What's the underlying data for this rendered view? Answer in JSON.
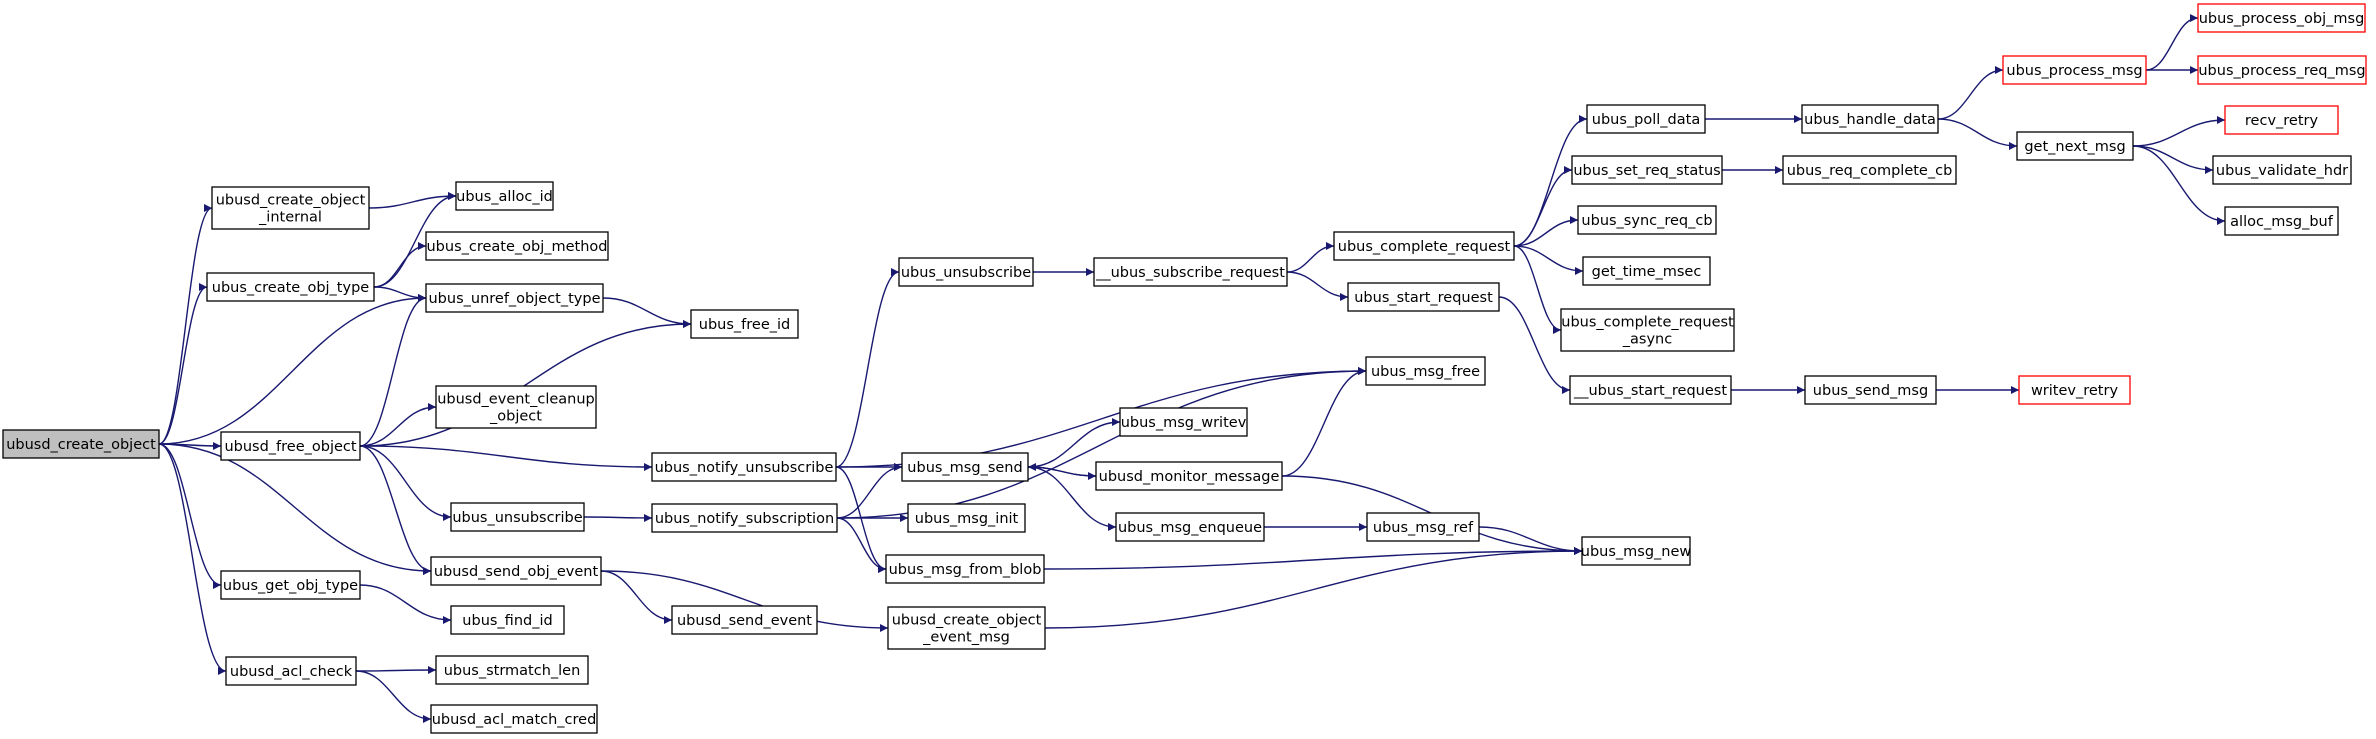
{
  "colors": {
    "edge": "#191970",
    "node_border": "#000000",
    "truncated_border": "#ff0000",
    "root_fill": "#bfbfbf"
  },
  "nodes": [
    {
      "id": "n_root",
      "lines": [
        "ubusd_create_object"
      ],
      "root": true
    },
    {
      "id": "n_cobj_int",
      "lines": [
        "ubusd_create_object",
        "_internal"
      ]
    },
    {
      "id": "n_alloc_id",
      "lines": [
        "ubus_alloc_id"
      ]
    },
    {
      "id": "n_cobj_type",
      "lines": [
        "ubus_create_obj_type"
      ]
    },
    {
      "id": "n_cobj_method",
      "lines": [
        "ubus_create_obj_method"
      ]
    },
    {
      "id": "n_unref",
      "lines": [
        "ubus_unref_object_type"
      ]
    },
    {
      "id": "n_free_id",
      "lines": [
        "ubus_free_id"
      ]
    },
    {
      "id": "n_evt_cleanup",
      "lines": [
        "ubusd_event_cleanup",
        "_object"
      ]
    },
    {
      "id": "n_free_obj",
      "lines": [
        "ubusd_free_object"
      ]
    },
    {
      "id": "n_unsub_a",
      "lines": [
        "ubus_unsubscribe"
      ]
    },
    {
      "id": "n_send_obj_evt",
      "lines": [
        "ubusd_send_obj_event"
      ]
    },
    {
      "id": "n_get_obj_type",
      "lines": [
        "ubus_get_obj_type"
      ]
    },
    {
      "id": "n_find_id",
      "lines": [
        "ubus_find_id"
      ]
    },
    {
      "id": "n_acl_check",
      "lines": [
        "ubusd_acl_check"
      ]
    },
    {
      "id": "n_strmatch",
      "lines": [
        "ubus_strmatch_len"
      ]
    },
    {
      "id": "n_acl_match",
      "lines": [
        "ubusd_acl_match_cred"
      ]
    },
    {
      "id": "n_send_event",
      "lines": [
        "ubusd_send_event"
      ]
    },
    {
      "id": "n_notify_unsub",
      "lines": [
        "ubus_notify_unsubscribe"
      ]
    },
    {
      "id": "n_notify_sub",
      "lines": [
        "ubus_notify_subscription"
      ]
    },
    {
      "id": "n_unsub_b",
      "lines": [
        "ubus_unsubscribe"
      ]
    },
    {
      "id": "n_msg_free",
      "lines": [
        "ubus_msg_free"
      ]
    },
    {
      "id": "n_msg_writev",
      "lines": [
        "ubus_msg_writev"
      ]
    },
    {
      "id": "n_msg_send",
      "lines": [
        "ubus_msg_send"
      ]
    },
    {
      "id": "n_msg_init",
      "lines": [
        "ubus_msg_init"
      ]
    },
    {
      "id": "n_msg_from_blob",
      "lines": [
        "ubus_msg_from_blob"
      ]
    },
    {
      "id": "n_cobj_evt_msg",
      "lines": [
        "ubusd_create_object",
        "_event_msg"
      ]
    },
    {
      "id": "n_monitor",
      "lines": [
        "ubusd_monitor_message"
      ]
    },
    {
      "id": "n_enqueue",
      "lines": [
        "ubus_msg_enqueue"
      ]
    },
    {
      "id": "n_msg_ref",
      "lines": [
        "ubus_msg_ref"
      ]
    },
    {
      "id": "n_msg_new",
      "lines": [
        "ubus_msg_new"
      ]
    },
    {
      "id": "n_subscribe_req",
      "lines": [
        "__ubus_subscribe_request"
      ]
    },
    {
      "id": "n_complete_req",
      "lines": [
        "ubus_complete_request"
      ]
    },
    {
      "id": "n_start_req",
      "lines": [
        "ubus_start_request"
      ]
    },
    {
      "id": "n_start_req2",
      "lines": [
        "__ubus_start_request"
      ]
    },
    {
      "id": "n_send_msg",
      "lines": [
        "ubus_send_msg"
      ]
    },
    {
      "id": "n_writev_retry",
      "lines": [
        "writev_retry"
      ],
      "truncated": true
    },
    {
      "id": "n_poll_data",
      "lines": [
        "ubus_poll_data"
      ]
    },
    {
      "id": "n_set_req_status",
      "lines": [
        "ubus_set_req_status"
      ]
    },
    {
      "id": "n_sync_req_cb",
      "lines": [
        "ubus_sync_req_cb"
      ]
    },
    {
      "id": "n_get_time",
      "lines": [
        "get_time_msec"
      ]
    },
    {
      "id": "n_complete_async",
      "lines": [
        "ubus_complete_request",
        "_async"
      ]
    },
    {
      "id": "n_handle_data",
      "lines": [
        "ubus_handle_data"
      ]
    },
    {
      "id": "n_req_complete_cb",
      "lines": [
        "ubus_req_complete_cb"
      ]
    },
    {
      "id": "n_process_msg",
      "lines": [
        "ubus_process_msg"
      ],
      "truncated": true
    },
    {
      "id": "n_process_obj",
      "lines": [
        "ubus_process_obj_msg"
      ],
      "truncated": true
    },
    {
      "id": "n_process_req",
      "lines": [
        "ubus_process_req_msg"
      ],
      "truncated": true
    },
    {
      "id": "n_get_next_msg",
      "lines": [
        "get_next_msg"
      ]
    },
    {
      "id": "n_recv_retry",
      "lines": [
        "recv_retry"
      ],
      "truncated": true
    },
    {
      "id": "n_validate_hdr",
      "lines": [
        "ubus_validate_hdr"
      ]
    },
    {
      "id": "n_alloc_buf",
      "lines": [
        "alloc_msg_buf"
      ]
    }
  ],
  "edges": [
    [
      "n_root",
      "n_cobj_int"
    ],
    [
      "n_root",
      "n_cobj_type"
    ],
    [
      "n_root",
      "n_unref"
    ],
    [
      "n_root",
      "n_free_obj"
    ],
    [
      "n_root",
      "n_send_obj_evt"
    ],
    [
      "n_root",
      "n_get_obj_type"
    ],
    [
      "n_root",
      "n_acl_check"
    ],
    [
      "n_cobj_int",
      "n_alloc_id"
    ],
    [
      "n_cobj_type",
      "n_alloc_id"
    ],
    [
      "n_cobj_type",
      "n_cobj_method"
    ],
    [
      "n_cobj_type",
      "n_unref"
    ],
    [
      "n_unref",
      "n_free_id"
    ],
    [
      "n_free_obj",
      "n_unref"
    ],
    [
      "n_free_obj",
      "n_free_id"
    ],
    [
      "n_free_obj",
      "n_evt_cleanup"
    ],
    [
      "n_free_obj",
      "n_notify_unsub"
    ],
    [
      "n_free_obj",
      "n_unsub_a"
    ],
    [
      "n_free_obj",
      "n_send_obj_evt"
    ],
    [
      "n_unsub_a",
      "n_notify_sub"
    ],
    [
      "n_send_obj_evt",
      "n_send_event"
    ],
    [
      "n_send_obj_evt",
      "n_cobj_evt_msg"
    ],
    [
      "n_get_obj_type",
      "n_find_id"
    ],
    [
      "n_acl_check",
      "n_strmatch"
    ],
    [
      "n_acl_check",
      "n_acl_match"
    ],
    [
      "n_notify_unsub",
      "n_unsub_b"
    ],
    [
      "n_notify_unsub",
      "n_msg_free"
    ],
    [
      "n_notify_unsub",
      "n_msg_send"
    ],
    [
      "n_notify_unsub",
      "n_msg_from_blob"
    ],
    [
      "n_notify_sub",
      "n_msg_free"
    ],
    [
      "n_notify_sub",
      "n_msg_send"
    ],
    [
      "n_notify_sub",
      "n_msg_init"
    ],
    [
      "n_notify_sub",
      "n_msg_from_blob"
    ],
    [
      "n_msg_send",
      "n_msg_writev"
    ],
    [
      "n_msg_send",
      "n_monitor"
    ],
    [
      "n_msg_send",
      "n_enqueue"
    ],
    [
      "n_monitor",
      "n_msg_send"
    ],
    [
      "n_monitor",
      "n_msg_free"
    ],
    [
      "n_monitor",
      "n_msg_new"
    ],
    [
      "n_enqueue",
      "n_msg_ref"
    ],
    [
      "n_msg_ref",
      "n_msg_new"
    ],
    [
      "n_msg_from_blob",
      "n_msg_new"
    ],
    [
      "n_cobj_evt_msg",
      "n_msg_new"
    ],
    [
      "n_unsub_b",
      "n_subscribe_req"
    ],
    [
      "n_subscribe_req",
      "n_complete_req"
    ],
    [
      "n_subscribe_req",
      "n_start_req"
    ],
    [
      "n_start_req",
      "n_start_req2"
    ],
    [
      "n_start_req2",
      "n_send_msg"
    ],
    [
      "n_send_msg",
      "n_writev_retry"
    ],
    [
      "n_complete_req",
      "n_poll_data"
    ],
    [
      "n_complete_req",
      "n_set_req_status"
    ],
    [
      "n_complete_req",
      "n_sync_req_cb"
    ],
    [
      "n_complete_req",
      "n_get_time"
    ],
    [
      "n_complete_req",
      "n_complete_async"
    ],
    [
      "n_poll_data",
      "n_handle_data"
    ],
    [
      "n_set_req_status",
      "n_req_complete_cb"
    ],
    [
      "n_handle_data",
      "n_process_msg"
    ],
    [
      "n_handle_data",
      "n_get_next_msg"
    ],
    [
      "n_process_msg",
      "n_process_obj"
    ],
    [
      "n_process_msg",
      "n_process_req"
    ],
    [
      "n_get_next_msg",
      "n_recv_retry"
    ],
    [
      "n_get_next_msg",
      "n_validate_hdr"
    ],
    [
      "n_get_next_msg",
      "n_alloc_buf"
    ]
  ]
}
